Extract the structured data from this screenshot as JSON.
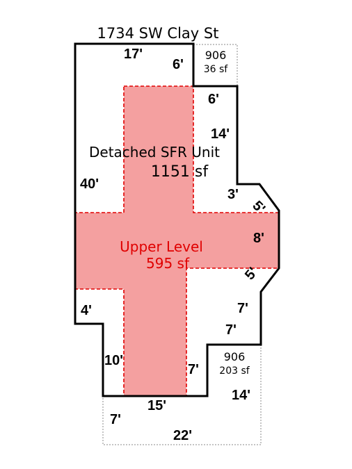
{
  "address": "1734 SW Clay St",
  "main_unit": {
    "title": "Detached SFR Unit",
    "area": "1151 sf"
  },
  "upper_level": {
    "title": "Upper Level",
    "area": "595 sf"
  },
  "area_906_top": {
    "label": "906",
    "area": "36 sf"
  },
  "area_906_bottom": {
    "label": "906",
    "area": "203 sf"
  },
  "dimensions": {
    "top": "17'",
    "top_step": "6'",
    "right_step": "6'",
    "right_upper": "14'",
    "left": "40'",
    "right_notch": "3'",
    "diag_upper": "5'",
    "right_mid": "8'",
    "diag_lower": "5'",
    "left_lower": "4'",
    "right_lower_a": "7'",
    "right_lower_b": "7'",
    "left_bottom": "10'",
    "inner_right": "7'",
    "bottom": "15'",
    "right_bottom": "14'",
    "far_left": "7'",
    "far_bottom": "22'"
  },
  "colors": {
    "outline": "#000000",
    "upper_fill": "#f4a0a0",
    "upper_stroke": "#e00000",
    "dotted": "#888888"
  }
}
